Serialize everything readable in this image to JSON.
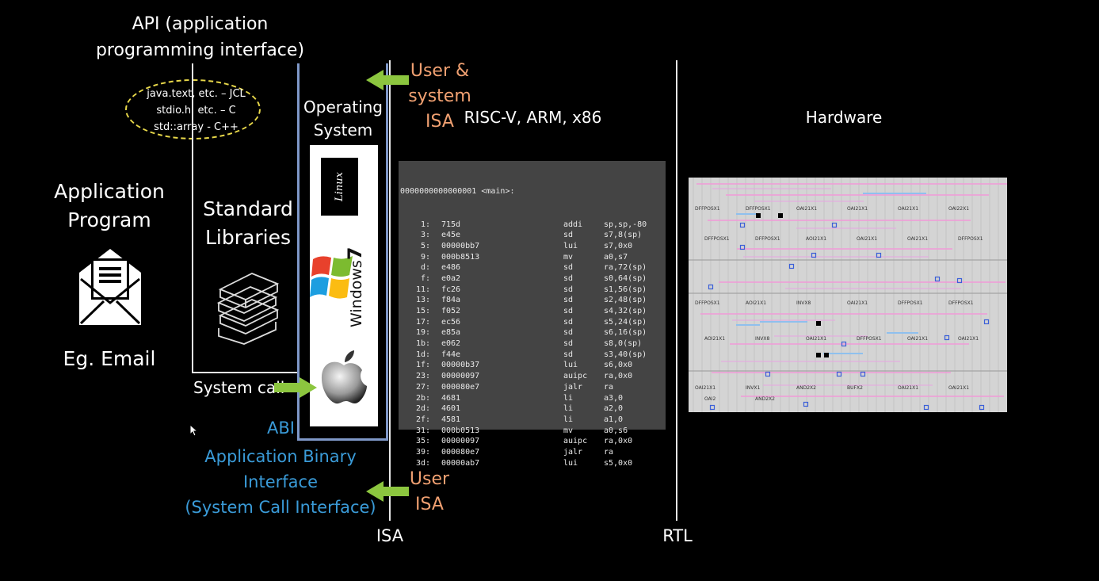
{
  "api": {
    "title_line1": "API (application",
    "title_line2": "programming interface)",
    "examples": [
      "java.text, etc. – JCL",
      "stdio.h, etc. – C",
      "std::array - C++"
    ]
  },
  "application": {
    "line1": "Application",
    "line2": "Program",
    "example": "Eg. Email",
    "icon": "envelope-document-icon"
  },
  "libraries": {
    "line1": "Standard",
    "line2": "Libraries",
    "icon": "books-icon"
  },
  "os": {
    "line1": "Operating",
    "line2": "System",
    "logos": [
      "linux-logo",
      "windows7-logo",
      "apple-logo"
    ],
    "linux_text": "Linux",
    "windows_text": "Windows",
    "windows_version": "7"
  },
  "system_call": "System call",
  "abi": {
    "line1": "ABI",
    "line2": "Application Binary Interface",
    "line3": "(System Call Interface)"
  },
  "user_system_isa": {
    "line1": "User &",
    "line2": "system ISA"
  },
  "user_isa": {
    "line1": "User",
    "line2": "ISA"
  },
  "isa_architectures": "RISC-V, ARM, x86",
  "hardware_title": "Hardware",
  "bottom_labels": {
    "isa": "ISA",
    "rtl": "RTL"
  },
  "colors": {
    "orange": "#f0a071",
    "blue": "#3a9bd8",
    "green": "#8cc63f",
    "abi_border": "#7f98c8",
    "ellipse": "#e8d84a"
  },
  "assembly": {
    "header": "0000000000000001 <main>:",
    "rows": [
      [
        "1:",
        "715d",
        "addi",
        "sp,sp,-80"
      ],
      [
        "3:",
        "e45e",
        "sd",
        "s7,8(sp)"
      ],
      [
        "5:",
        "00000bb7",
        "lui",
        "s7,0x0"
      ],
      [
        "9:",
        "000b8513",
        "mv",
        "a0,s7"
      ],
      [
        "d:",
        "e486",
        "sd",
        "ra,72(sp)"
      ],
      [
        "f:",
        "e0a2",
        "sd",
        "s0,64(sp)"
      ],
      [
        "11:",
        "fc26",
        "sd",
        "s1,56(sp)"
      ],
      [
        "13:",
        "f84a",
        "sd",
        "s2,48(sp)"
      ],
      [
        "15:",
        "f052",
        "sd",
        "s4,32(sp)"
      ],
      [
        "17:",
        "ec56",
        "sd",
        "s5,24(sp)"
      ],
      [
        "19:",
        "e85a",
        "sd",
        "s6,16(sp)"
      ],
      [
        "1b:",
        "e062",
        "sd",
        "s8,0(sp)"
      ],
      [
        "1d:",
        "f44e",
        "sd",
        "s3,40(sp)"
      ],
      [
        "1f:",
        "00000b37",
        "lui",
        "s6,0x0"
      ],
      [
        "23:",
        "00000097",
        "auipc",
        "ra,0x0"
      ],
      [
        "27:",
        "000080e7",
        "jalr",
        "ra"
      ],
      [
        "2b:",
        "4681",
        "li",
        "a3,0"
      ],
      [
        "2d:",
        "4601",
        "li",
        "a2,0"
      ],
      [
        "2f:",
        "4581",
        "li",
        "a1,0"
      ],
      [
        "31:",
        "000b0513",
        "mv",
        "a0,s6"
      ],
      [
        "35:",
        "00000097",
        "auipc",
        "ra,0x0"
      ],
      [
        "39:",
        "000080e7",
        "jalr",
        "ra"
      ],
      [
        "3d:",
        "00000ab7",
        "lui",
        "s5,0x0"
      ]
    ]
  },
  "layout_cells": [
    "DFFPOSX1",
    "DFFPOSX1",
    "OAI21X1",
    "OAI21X1",
    "OAI21X1",
    "OAI22X1",
    "DFFPOSX1",
    "DFFPOSX1",
    "AOI21X1",
    "OAI21X1",
    "OAI21X1",
    "DFFPOSX1",
    "DFFPOSX1",
    "AOI21X1",
    "INVX8",
    "OAI21X1",
    "DFFPOSX1",
    "DFFPOSX1",
    "AOI21X1",
    "INVX8",
    "OAI21X1",
    "DFFPOSX1",
    "OAI21X1",
    "OAI21X1",
    "OAI21X1",
    "INVX1",
    "AND2X2",
    "BUFX2",
    "OAI21X1",
    "OAI21X1",
    "OAI2",
    "AND2X2"
  ]
}
